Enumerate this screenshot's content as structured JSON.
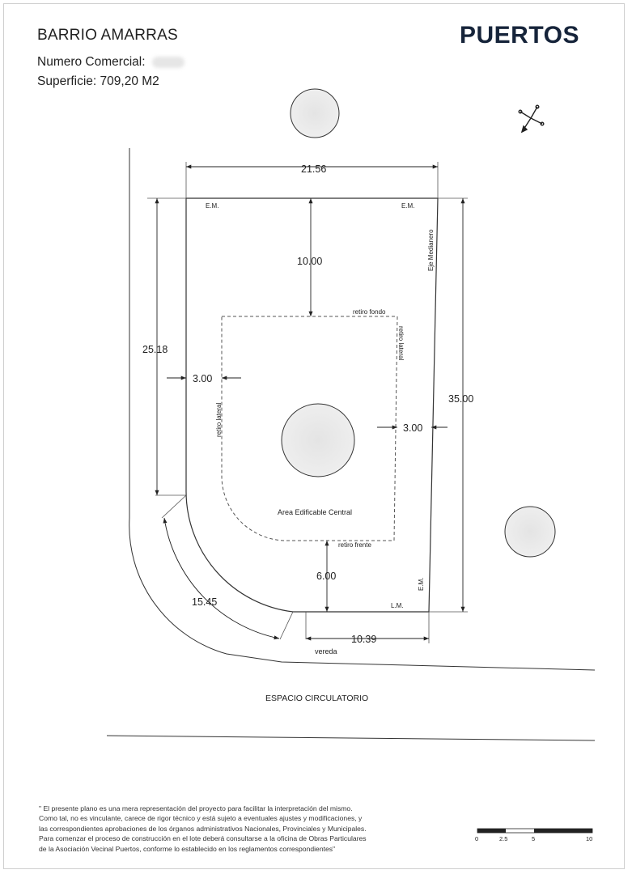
{
  "header": {
    "title": "BARRIO AMARRAS",
    "numero_label": "Numero Comercial:",
    "superficie": "Superficie: 709,20 M2",
    "logo": "PUERTOS"
  },
  "plan": {
    "dim_top": "21.56",
    "dim_fondo": "10.00",
    "dim_left": "25.18",
    "dim_lateral_left": "3.00",
    "dim_lateral_right": "3.00",
    "dim_right": "35.00",
    "dim_frente": "6.00",
    "dim_arc": "15.45",
    "dim_bottom": "10.39",
    "em_top_left": "E.M.",
    "em_top_right": "E.M.",
    "em_bottom_right": "E.M.",
    "lm": "L.M.",
    "eje_medianero": "Eje Medianero",
    "retiro_fondo": "retiro fondo",
    "retiro_lateral_left": "retiro lateral",
    "retiro_lateral_right": "retiro lateral",
    "retiro_frente": "retiro frente",
    "area_edificable": "Area Edificable Central",
    "vereda": "vereda",
    "espacio_circulatorio": "ESPACIO CIRCULATORIO"
  },
  "scale_bar": {
    "ticks": [
      "0",
      "2.5",
      "5",
      "10"
    ]
  },
  "disclaimer": {
    "line1": "\" El presente plano es una mera representación del proyecto para facilitar la interpretación del mismo.",
    "line2": "Como tal, no es vinculante, carece de rigor técnico y está sujeto a eventuales ajustes y modificaciones, y",
    "line3": "las correspondientes aprobaciones de los órganos administrativos Nacionales, Provinciales y Municipales.",
    "line4": "Para comenzar el proceso de construcción en el lote deberá consultarse a la oficina de Obras Particulares",
    "line5": "de la Asociación Vecinal Puertos, conforme lo establecido en los reglamentos correspondientes\""
  },
  "icons": [
    "compass-icon",
    "tree-icon"
  ]
}
